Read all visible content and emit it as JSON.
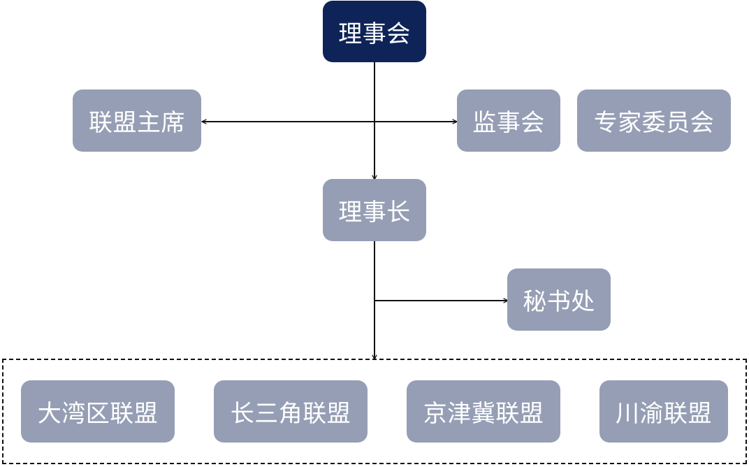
{
  "nodes": {
    "board": "理事会",
    "chair": "联盟主席",
    "supervisory": "监事会",
    "experts": "专家委员会",
    "president": "理事长",
    "secretariat": "秘书处"
  },
  "alliances": {
    "bay_area": "大湾区联盟",
    "yangtze_delta": "长三角联盟",
    "jingjinji": "京津冀联盟",
    "chuanyu": "川渝联盟"
  },
  "colors": {
    "primary_node": "#0e2458",
    "secondary_node": "#959eb4",
    "connector": "#111111"
  }
}
